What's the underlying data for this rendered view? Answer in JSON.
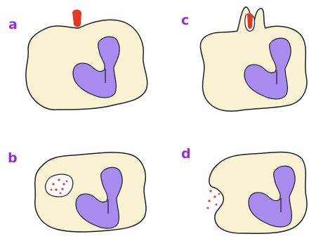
{
  "panels": [
    {
      "label": "a"
    },
    {
      "label": "b"
    },
    {
      "label": "c"
    },
    {
      "label": "d"
    }
  ],
  "colors": {
    "cytoplasm": "#f8f2d2",
    "nucleus": "#a98bef",
    "particle": "#e23a1e",
    "panel_label": "#9b2bd4",
    "outline": "#1d1d2a"
  }
}
